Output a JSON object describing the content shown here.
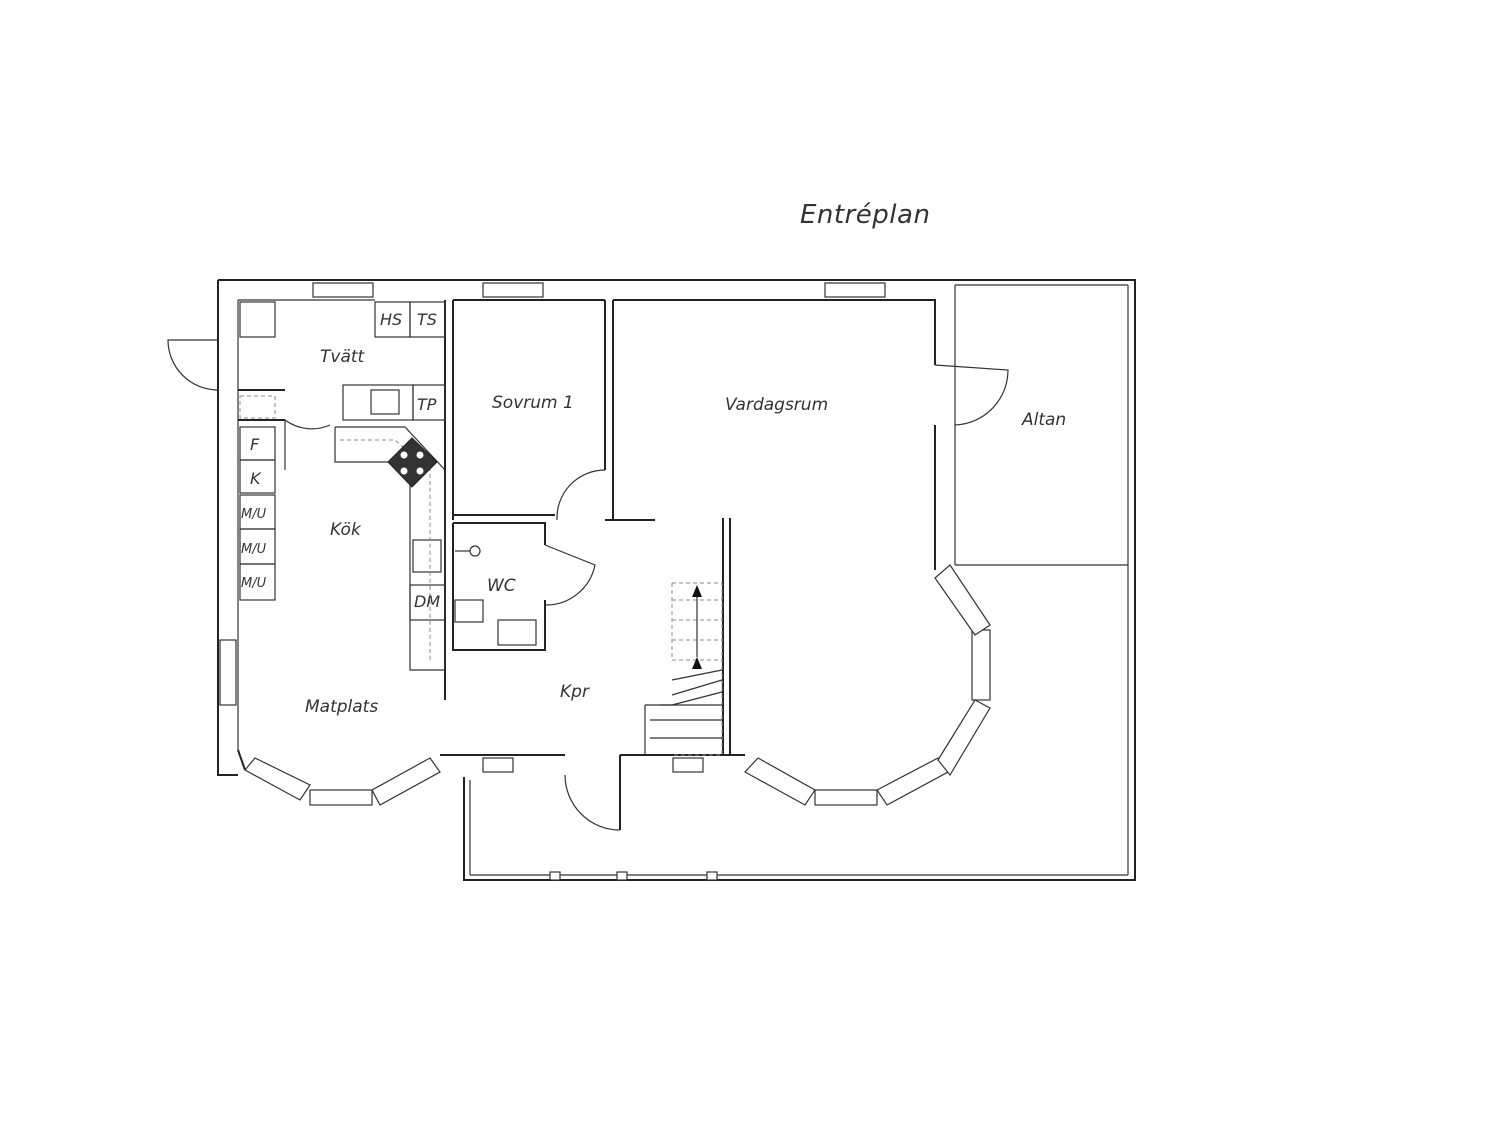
{
  "title": "Entréplan",
  "rooms": {
    "tvatt": "Tvätt",
    "sovrum1": "Sovrum 1",
    "vardagsrum": "Vardagsrum",
    "altan": "Altan",
    "kok": "Kök",
    "wc": "WC",
    "kpr": "Kpr",
    "matplats": "Matplats"
  },
  "fixtures": {
    "hs": "HS",
    "ts": "TS",
    "tp": "TP",
    "f": "F",
    "k": "K",
    "mu1": "M/U",
    "mu2": "M/U",
    "mu3": "M/U",
    "dm": "DM"
  },
  "colors": {
    "wall": "#222222",
    "stove": "#333333",
    "text": "#333333"
  }
}
